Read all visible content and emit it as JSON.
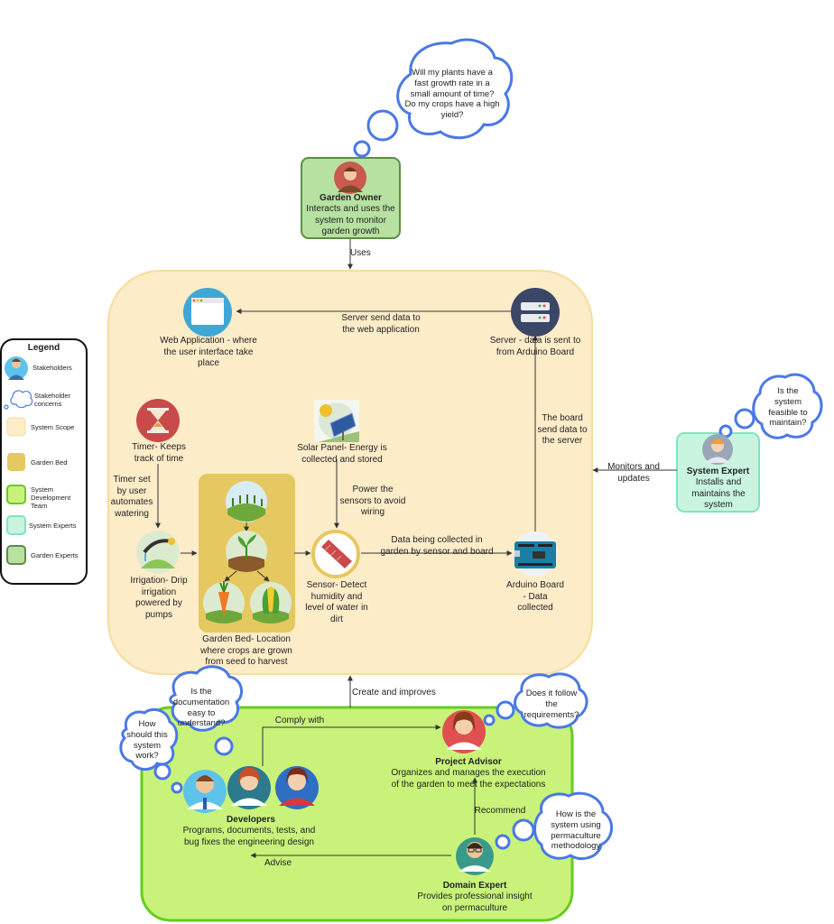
{
  "garden_owner": {
    "title": "Garden Owner",
    "desc": "Interacts and uses the system to monitor garden growth",
    "concern": "Will my plants have a fast growth rate in a small amount of time? Do my crops have a high yield?"
  },
  "edges": {
    "uses": "Uses",
    "server_to_web": "Server send data to the web application",
    "board_to_server": "The board send data to the server",
    "timer_to_irrigation": "Timer set by user automates watering",
    "solar_to_sensor": "Power the sensors to avoid wiring",
    "sensor_to_board": "Data being collected in garden by sensor and board",
    "monitors": "Monitors and updates",
    "create": "Create and improves",
    "comply": "Comply with",
    "recommend": "Recommend",
    "advise": "Advise"
  },
  "scope": {
    "web_app": "Web Application - where the user interface take place",
    "server": "Server - data is sent to from Arduino Board",
    "timer": "Timer- Keeps track of time",
    "solar": "Solar Panel- Energy is collected and stored",
    "irrigation": "Irrigation- Drip irrigation powered by pumps",
    "garden_bed": "Garden Bed- Location where crops are grown from seed to harvest",
    "sensor": "Sensor- Detect humidity and level of water in dirt",
    "arduino": "Arduino Board - Data collected"
  },
  "system_expert": {
    "title": "System Expert",
    "desc": "Installs and maintains the system",
    "concern": "Is the system feasible to maintain?"
  },
  "dev_team": {
    "developers_title": "Developers",
    "developers_desc": "Programs, documents, tests, and bug fixes the engineering design",
    "advisor_title": "Project Advisor",
    "advisor_desc": "Organizes and manages the execution of the garden to meet the expectations",
    "domain_title": "Domain Expert",
    "domain_desc": "Provides professional insight on permaculture",
    "concern_doc": "Is the documentation easy to understand?",
    "concern_how": "How should this system work?",
    "concern_req": "Does it follow the requirements?",
    "concern_perm": "How is the system using permaculture methodology"
  },
  "legend": {
    "title": "Legend",
    "items": [
      "Stakeholders",
      "Stakeholder concerns",
      "System Scope",
      "Garden Bed",
      "System Development Team",
      "System Experts",
      "Garden Experts"
    ]
  },
  "colors": {
    "scope_fill": "#fdecc8",
    "garden_bed_fill": "#e5c860",
    "garden_owner_fill": "#b7e1a1",
    "garden_owner_stroke": "#5d8d46",
    "system_expert_fill": "#c9f5e0",
    "system_expert_stroke": "#7fe5c0",
    "dev_team_fill": "#c9f27a",
    "dev_team_stroke": "#66cc22",
    "cloud_stroke": "#4a78e6"
  }
}
